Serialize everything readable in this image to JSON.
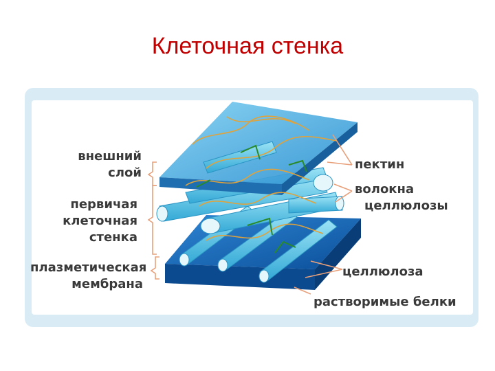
{
  "title": "Клеточная стенка",
  "labels": {
    "outer_layer_line1": "внешний",
    "outer_layer_line2": "слой",
    "primary_wall_line1": "первичая",
    "primary_wall_line2": "клеточная",
    "primary_wall_line3": "стенка",
    "membrane_line1": "плазметическая",
    "membrane_line2": "мембрана",
    "pectin": "пектин",
    "fibers_line1": "волокна",
    "fibers_line2": "целлюлозы",
    "cellulose": "целлюлоза",
    "soluble_proteins": "растворимые белки"
  },
  "colors": {
    "title": "#c00000",
    "frame": "#d9ecf6",
    "top_plate": "#3fa6dc",
    "bottom_plate": "#0e63b5",
    "fiber": "#5cc6e6",
    "pectin": "#e0a23b",
    "protein": "#2a8a2a",
    "pointer": "#e8a07a",
    "bracket": "#e8a07a"
  }
}
